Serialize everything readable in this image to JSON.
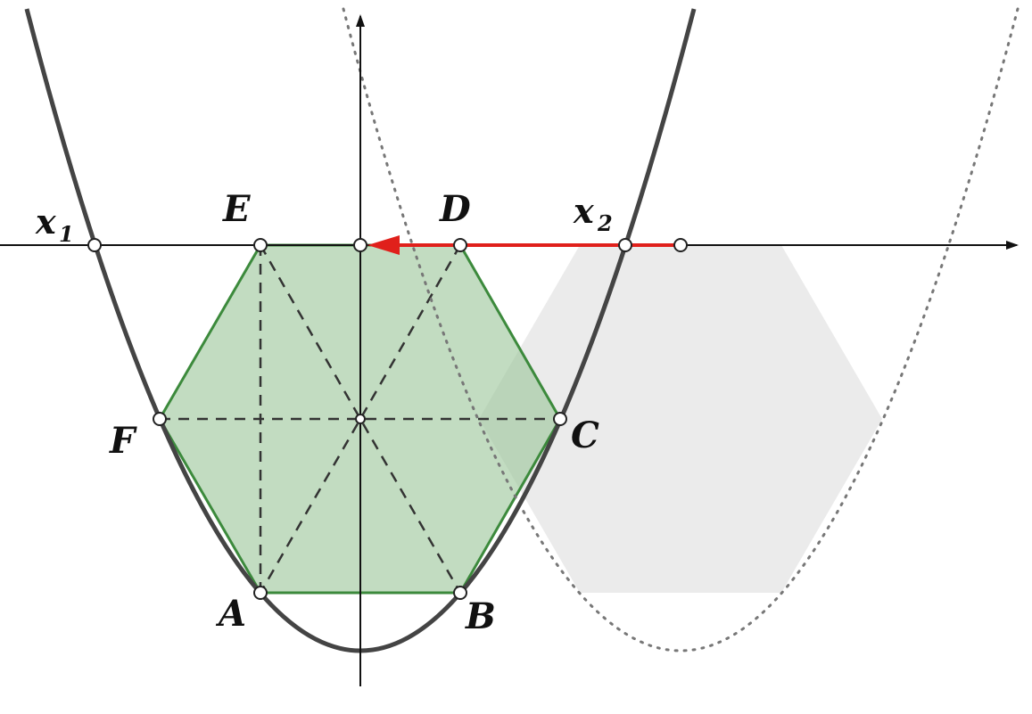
{
  "figure": {
    "points": {
      "A": "A",
      "B": "B",
      "C": "C",
      "D": "D",
      "E": "E",
      "F": "F"
    },
    "roots": {
      "x1": {
        "base": "x",
        "sub": "1"
      },
      "x2": {
        "base": "x",
        "sub": "2"
      }
    }
  },
  "colors": {
    "curve": "#444444",
    "shifted_curve": "#777777",
    "hexagon_fill": "#9cc79b",
    "hexagon_stroke": "#3c8a3c",
    "ghost_hexagon": "#e3e3e3",
    "arrow": "#e0201b",
    "axis": "#111111",
    "dashes": "#333333"
  }
}
